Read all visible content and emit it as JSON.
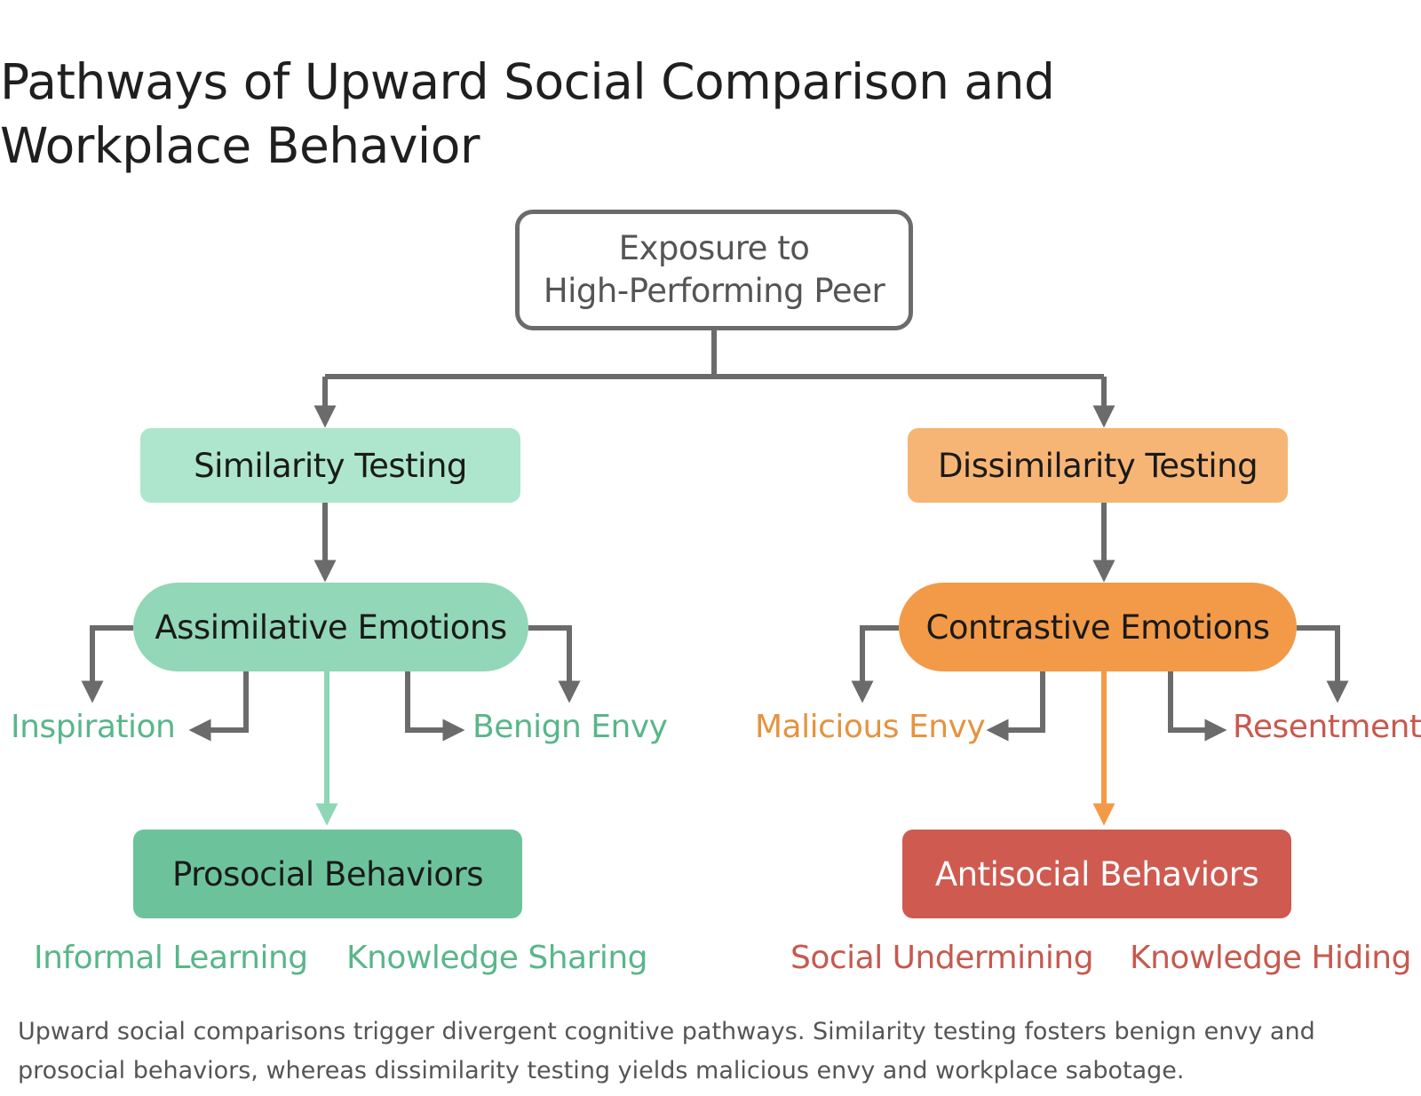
{
  "title": "Pathways of Upward Social Comparison and Workplace Behavior",
  "nodes": {
    "root": {
      "line1": "Exposure to",
      "line2": "High-Performing Peer"
    },
    "similarity": "Similarity Testing",
    "dissimilarity": "Dissimilarity Testing",
    "assimilative": "Assimilative Emotions",
    "contrastive": "Contrastive Emotions",
    "prosocial": "Prosocial Behaviors",
    "antisocial": "Antisocial Behaviors"
  },
  "emotions": {
    "inspiration": "Inspiration",
    "benign_envy": "Benign Envy",
    "malicious_envy": "Malicious Envy",
    "resentment": "Resentment"
  },
  "behaviors": {
    "informal_learning": "Informal Learning",
    "knowledge_sharing": "Knowledge Sharing",
    "social_undermining": "Social Undermining",
    "knowledge_hiding": "Knowledge Hiding"
  },
  "caption": "Upward social comparisons trigger divergent cognitive pathways. Similarity testing fosters benign envy and prosocial behaviors, whereas dissimilarity testing yields malicious envy and workplace sabotage.",
  "colors": {
    "connector": "#6b6b6b",
    "green_text": "#59b68a",
    "green_arrow": "#8fd6b4",
    "orange_text": "#e59340",
    "orange_arrow": "#f29a48",
    "red_text": "#c7594f"
  }
}
